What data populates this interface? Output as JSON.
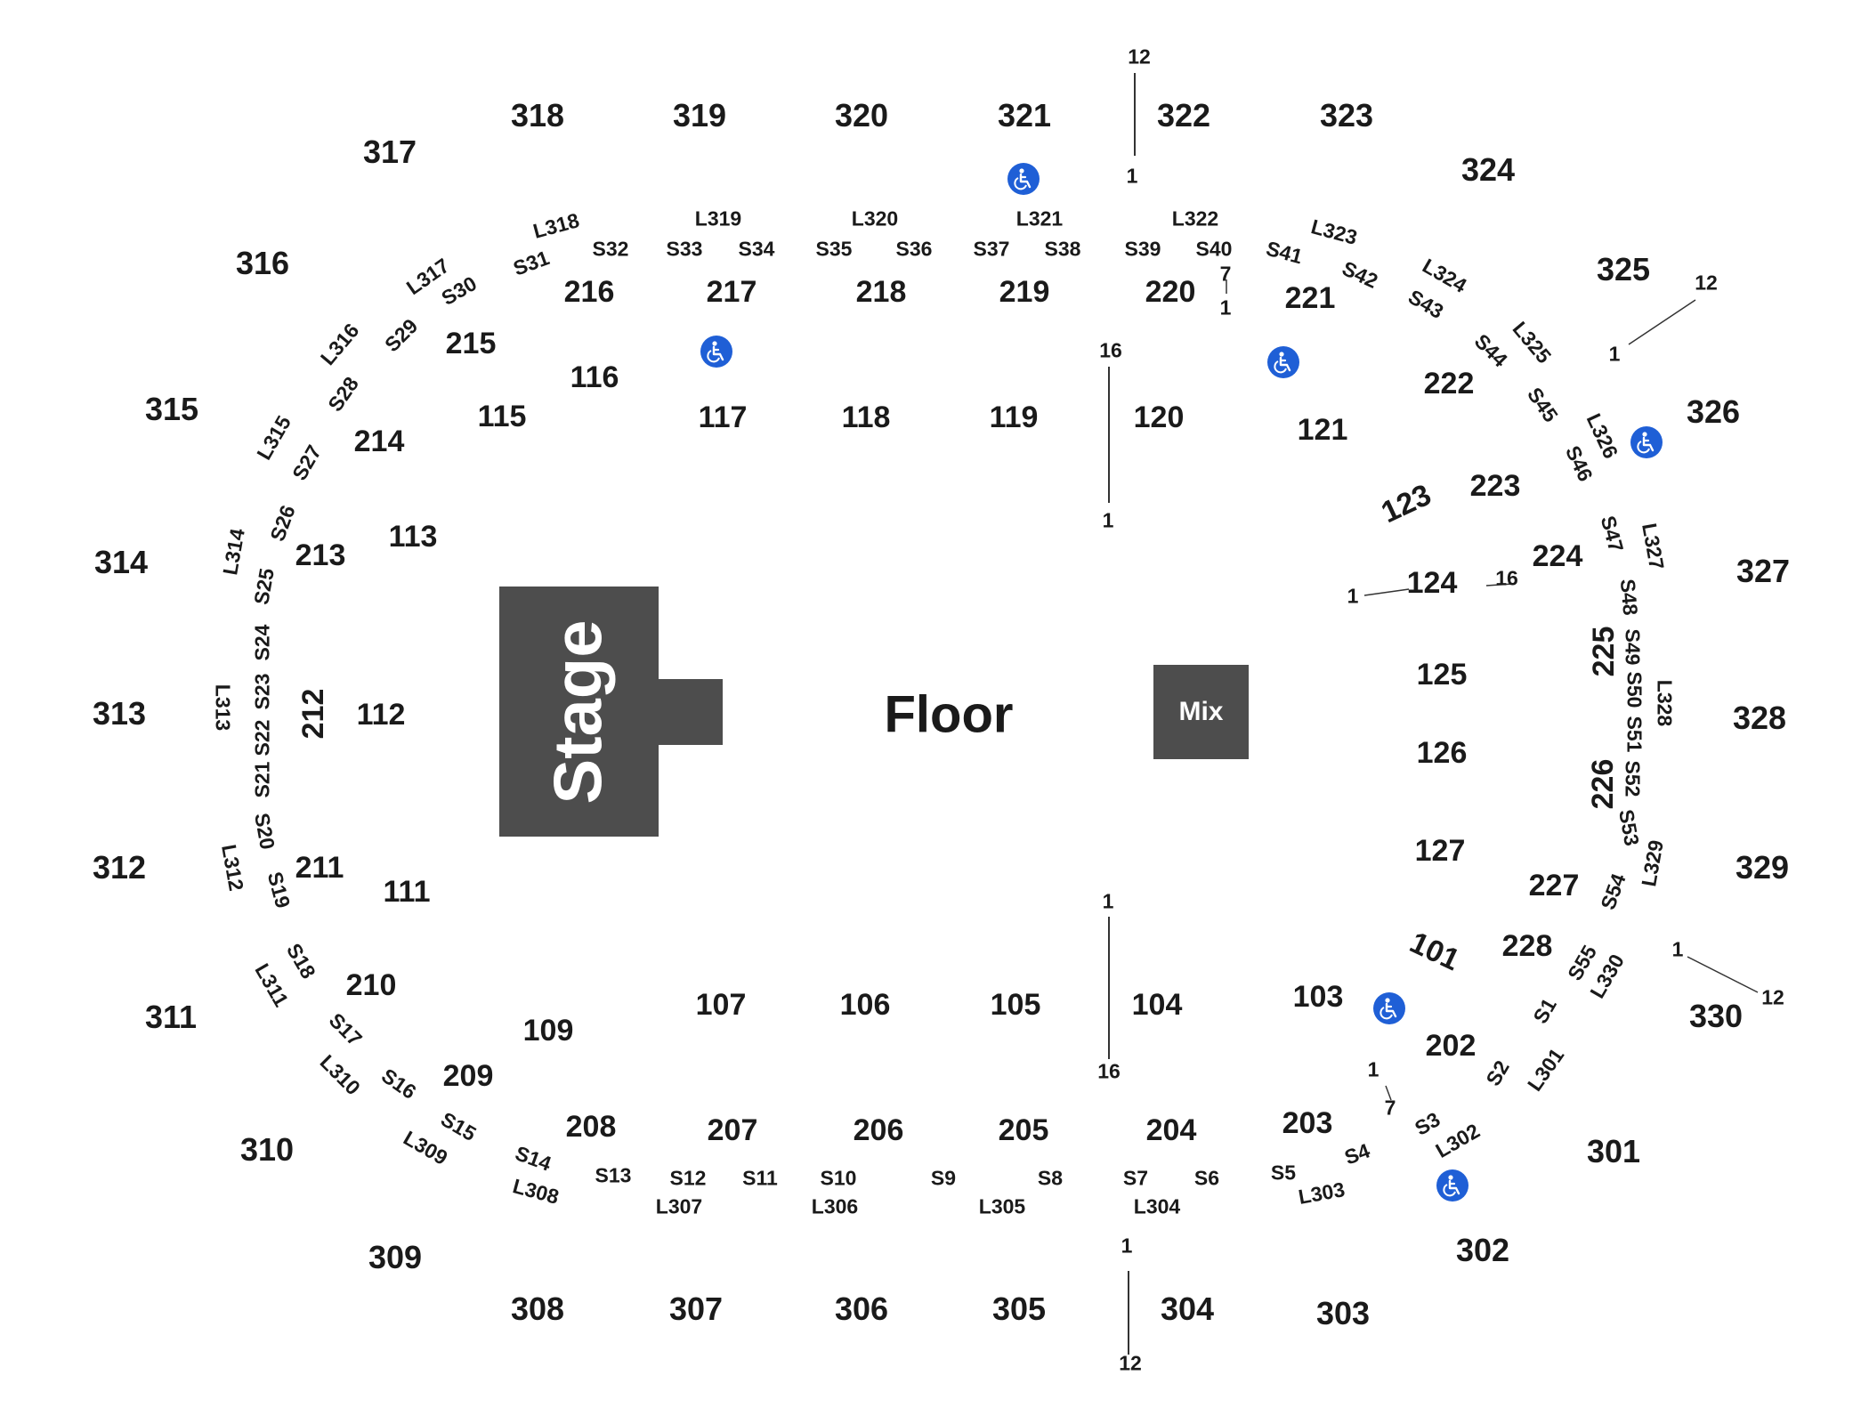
{
  "venue": {
    "stage_label": "Stage",
    "floor_label": "Floor",
    "mix_label": "Mix"
  },
  "colors": {
    "stage": "#4d4d4d",
    "text": "#1a1a1a",
    "accessible": "#1f5fd6",
    "background": "#ffffff"
  },
  "sections_300": [
    "301",
    "302",
    "303",
    "304",
    "305",
    "306",
    "307",
    "308",
    "309",
    "310",
    "311",
    "312",
    "313",
    "314",
    "315",
    "316",
    "317",
    "318",
    "319",
    "320",
    "321",
    "322",
    "323",
    "324",
    "325",
    "326",
    "327",
    "328",
    "329",
    "330"
  ],
  "sections_200": [
    "202",
    "203",
    "204",
    "205",
    "206",
    "207",
    "208",
    "209",
    "210",
    "211",
    "212",
    "213",
    "214",
    "215",
    "216",
    "217",
    "218",
    "219",
    "220",
    "221",
    "222",
    "223",
    "224",
    "225",
    "226",
    "227",
    "228"
  ],
  "sections_100": [
    "101",
    "103",
    "104",
    "105",
    "106",
    "107",
    "109",
    "111",
    "112",
    "113",
    "115",
    "116",
    "117",
    "118",
    "119",
    "120",
    "121",
    "123",
    "124",
    "125",
    "126",
    "127"
  ],
  "suites": [
    "S1",
    "S2",
    "S3",
    "S4",
    "S5",
    "S6",
    "S7",
    "S8",
    "S9",
    "S10",
    "S11",
    "S12",
    "S13",
    "S14",
    "S15",
    "S16",
    "S17",
    "S18",
    "S19",
    "S20",
    "S21",
    "S22",
    "S23",
    "S24",
    "S25",
    "S26",
    "S27",
    "S28",
    "S29",
    "S30",
    "S31",
    "S32",
    "S33",
    "S34",
    "S35",
    "S36",
    "S37",
    "S38",
    "S39",
    "S40",
    "S41",
    "S42",
    "S43",
    "S44",
    "S45",
    "S46",
    "S47",
    "S48",
    "S49",
    "S50",
    "S51",
    "S52",
    "S53",
    "S54",
    "S55"
  ],
  "loges": [
    "L301",
    "L302",
    "L303",
    "L304",
    "L305",
    "L306",
    "L307",
    "L308",
    "L309",
    "L310",
    "L311",
    "L312",
    "L313",
    "L314",
    "L315",
    "L316",
    "L317",
    "L318",
    "L319",
    "L320",
    "L321",
    "L322",
    "L323",
    "L324",
    "L325",
    "L326",
    "L327",
    "L328",
    "L329",
    "L330"
  ],
  "row_markers": {
    "r1": "1",
    "r7": "7",
    "r12": "12",
    "r16": "16"
  },
  "accessible_icon": "wheelchair-icon"
}
